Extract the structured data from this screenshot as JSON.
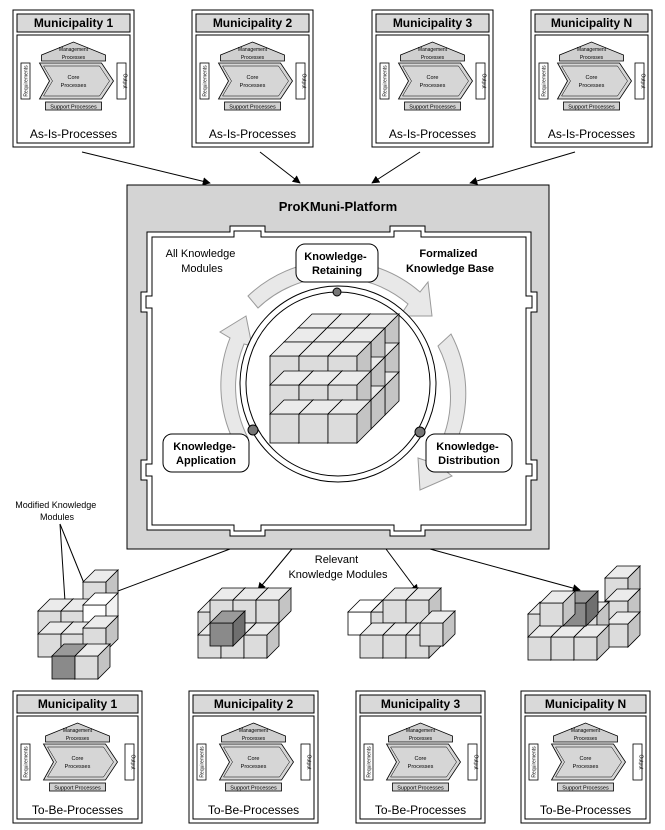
{
  "top_municipalities": [
    {
      "title": "Municipality 1",
      "caption": "As-Is-Processes"
    },
    {
      "title": "Municipality 2",
      "caption": "As-Is-Processes"
    },
    {
      "title": "Municipality 3",
      "caption": "As-Is-Processes"
    },
    {
      "title": "Municipality N",
      "caption": "As-Is-Processes"
    }
  ],
  "bottom_municipalities": [
    {
      "title": "Municipality 1",
      "caption": "To-Be-Processes"
    },
    {
      "title": "Municipality 2",
      "caption": "To-Be-Processes"
    },
    {
      "title": "Municipality 3",
      "caption": "To-Be-Processes"
    },
    {
      "title": "Municipality N",
      "caption": "To-Be-Processes"
    }
  ],
  "process_map": {
    "management": [
      "Management",
      "Processes"
    ],
    "core": [
      "Core",
      "Processes"
    ],
    "requirements": "Requirements",
    "output": "Output",
    "support": "Support Processes"
  },
  "platform": {
    "title": "ProKMuni-Platform",
    "all_modules": [
      "All Knowledge",
      "Modules"
    ],
    "knowledge_base": [
      "Formalized",
      "Knowledge Base"
    ],
    "retaining": [
      "Knowledge-",
      "Retaining"
    ],
    "application": [
      "Knowledge-",
      "Application"
    ],
    "distribution": [
      "Knowledge-",
      "Distribution"
    ]
  },
  "relevant_modules": [
    "Relevant",
    "Knowledge Modules"
  ],
  "modified_modules": [
    "Modified Knowledge",
    "Modules"
  ],
  "colors": {
    "cube_light": "#dcdcdc",
    "cube_top": "#ebebeb",
    "cube_side": "#c4c4c4",
    "cube_dark": "#8a8a8a",
    "panel_gray": "#d9d9d9",
    "frame_gray": "#d4d4d4"
  }
}
